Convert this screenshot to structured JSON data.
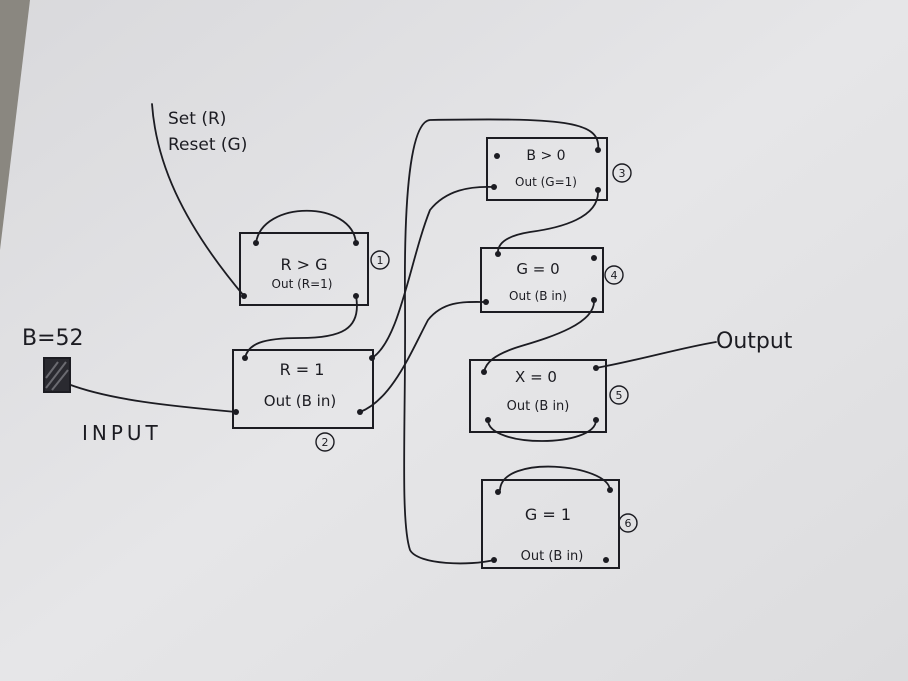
{
  "annotations": {
    "set_label": "Set (R)",
    "reset_label": "Reset (G)",
    "input_value": "B=52",
    "input_label": "INPUT",
    "output_label": "Output"
  },
  "nodes": [
    {
      "id": 1,
      "number": "1",
      "condition": "R > G",
      "output": "Out (R=1)"
    },
    {
      "id": 2,
      "number": "2",
      "condition": "R = 1",
      "output": "Out (B in)"
    },
    {
      "id": 3,
      "number": "3",
      "condition": "B > 0",
      "output": "Out (G=1)"
    },
    {
      "id": 4,
      "number": "4",
      "condition": "G = 0",
      "output": "Out (B in)"
    },
    {
      "id": 5,
      "number": "5",
      "condition": "X = 0",
      "output": "Out (B in)"
    },
    {
      "id": 6,
      "number": "6",
      "condition": "G = 1",
      "output": "Out (B in)"
    }
  ]
}
